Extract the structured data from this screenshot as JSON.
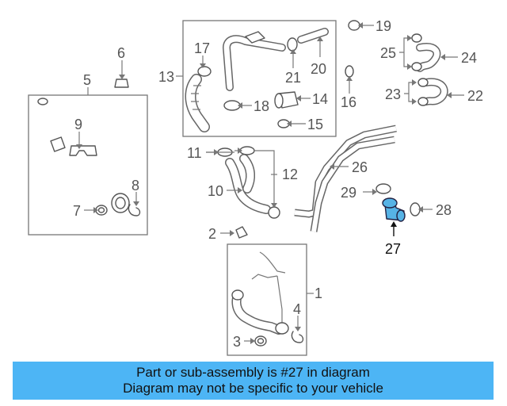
{
  "diagram": {
    "highlight_color": "#56b3e6",
    "labels": {
      "p1": "1",
      "p2": "2",
      "p3": "3",
      "p4": "4",
      "p5": "5",
      "p6": "6",
      "p7": "7",
      "p8": "8",
      "p9": "9",
      "p10": "10",
      "p11": "11",
      "p12": "12",
      "p13": "13",
      "p14": "14",
      "p15": "15",
      "p16": "16",
      "p17": "17",
      "p18": "18",
      "p19": "19",
      "p20": "20",
      "p21": "21",
      "p22": "22",
      "p23": "23",
      "p24": "24",
      "p25": "25",
      "p26": "26",
      "p27": "27",
      "p28": "28",
      "p29": "29"
    }
  },
  "banner": {
    "line1": "Part or sub-assembly is #27 in diagram",
    "line2": "Diagram may not be specific to your vehicle",
    "background": "#4db5f5"
  }
}
